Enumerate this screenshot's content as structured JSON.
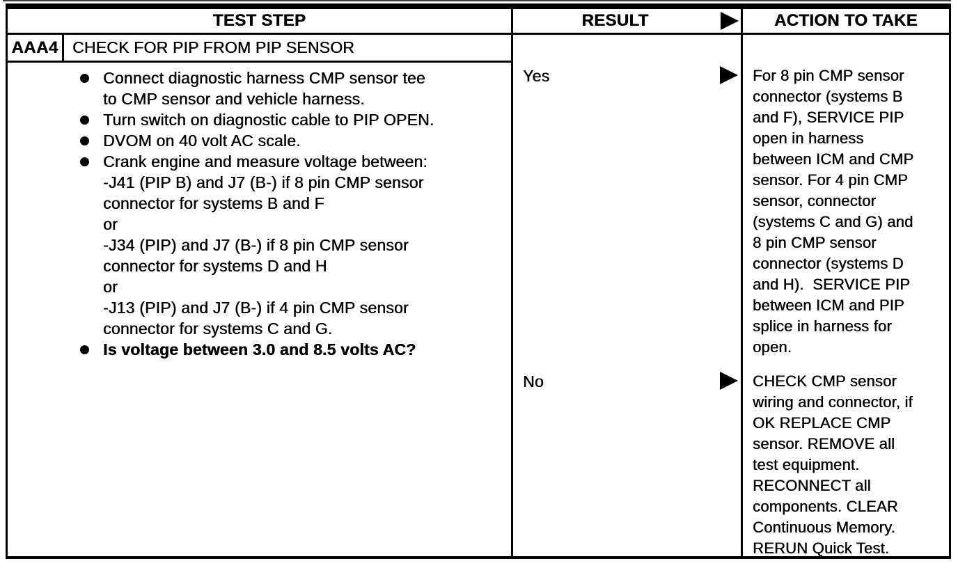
{
  "header": {
    "col_test_step": "TEST STEP",
    "col_result": "RESULT",
    "col_action": "ACTION TO TAKE"
  },
  "test_step": {
    "id": "AAA4",
    "title": "CHECK FOR PIP FROM PIP SENSOR",
    "bullets": [
      {
        "bold": false,
        "text": "Connect diagnostic harness CMP sensor tee\nto CMP sensor and vehicle harness."
      },
      {
        "bold": false,
        "text": "Turn switch on diagnostic cable to PIP OPEN."
      },
      {
        "bold": false,
        "text": "DVOM on 40 volt AC scale."
      },
      {
        "bold": false,
        "text": "Crank engine and measure voltage between:\n-J41 (PIP B) and J7 (B-) if 8 pin CMP sensor\nconnector for systems B and F\nor\n-J34 (PIP) and J7 (B-) if 8 pin CMP sensor\nconnector for systems D and H\nor\n-J13 (PIP) and J7 (B-) if 4 pin CMP sensor\nconnector for systems C and G."
      },
      {
        "bold": true,
        "text": "Is voltage between 3.0 and 8.5 volts AC?"
      }
    ]
  },
  "results": [
    {
      "label": "Yes",
      "action": "For 8 pin CMP sensor\nconnector (systems B\nand F), SERVICE PIP\nopen in harness\nbetween ICM and CMP\nsensor. For 4 pin CMP\nsensor, connector\n(systems C and G) and\n8 pin CMP sensor\nconnector (systems D\nand H).  SERVICE PIP\nbetween ICM and PIP\nsplice in harness for\nopen."
    },
    {
      "label": "No",
      "action": "CHECK CMP sensor\nwiring and connector, if\nOK REPLACE CMP\nsensor. REMOVE all\ntest equipment.\nRECONNECT all\ncomponents. CLEAR\nContinuous Memory.\nRERUN Quick Test."
    }
  ],
  "icons": {
    "result_arrow": "right-filled-triangle",
    "bullet": "filled-circle"
  },
  "colors": {
    "ink": "#000000",
    "paper": "#ffffff"
  }
}
